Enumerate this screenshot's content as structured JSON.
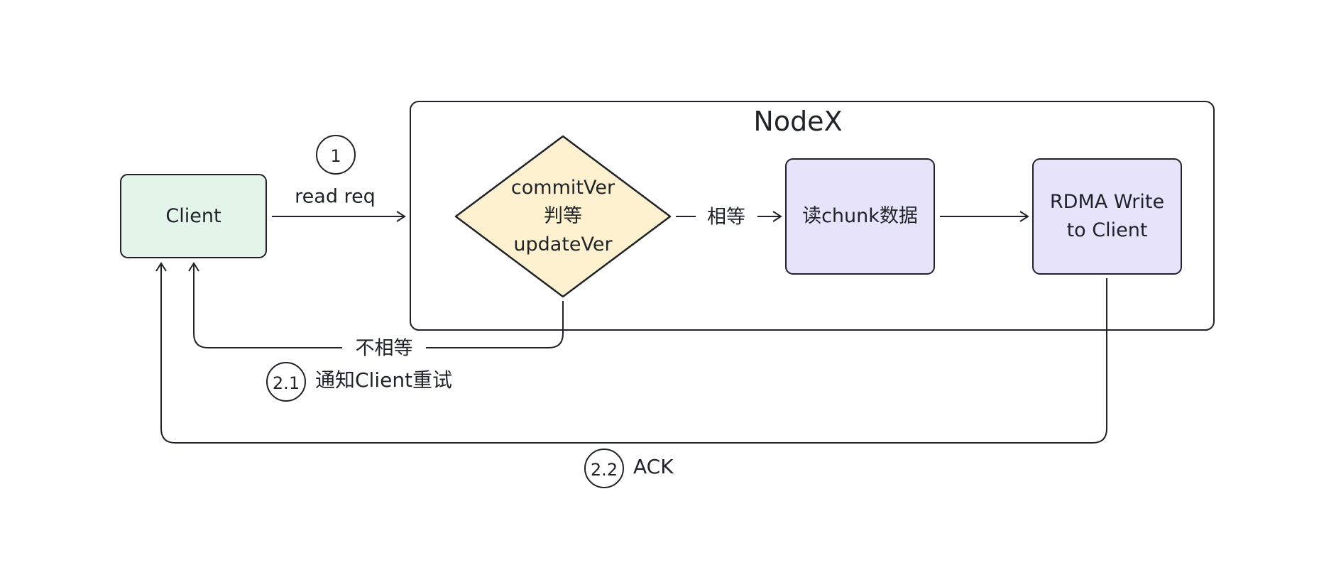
{
  "container": {
    "title": "NodeX"
  },
  "nodes": {
    "client": "Client",
    "decision": {
      "line1": "commitVer",
      "line2": "判等",
      "line3": "updateVer"
    },
    "read_chunk": "读chunk数据",
    "rdma_write": {
      "line1": "RDMA Write",
      "line2": "to Client"
    }
  },
  "edges": {
    "read_req": "read req",
    "equal": "相等",
    "not_equal": "不相等",
    "notify_retry": "通知Client重试",
    "ack": "ACK"
  },
  "steps": {
    "step1": "1",
    "step2_1": "2.1",
    "step2_2": "2.2"
  },
  "colors": {
    "client_fill": "#e3f4e8",
    "decision_fill": "#fdf1cf",
    "process_fill": "#e6e3fb",
    "stroke": "#1f2329"
  }
}
